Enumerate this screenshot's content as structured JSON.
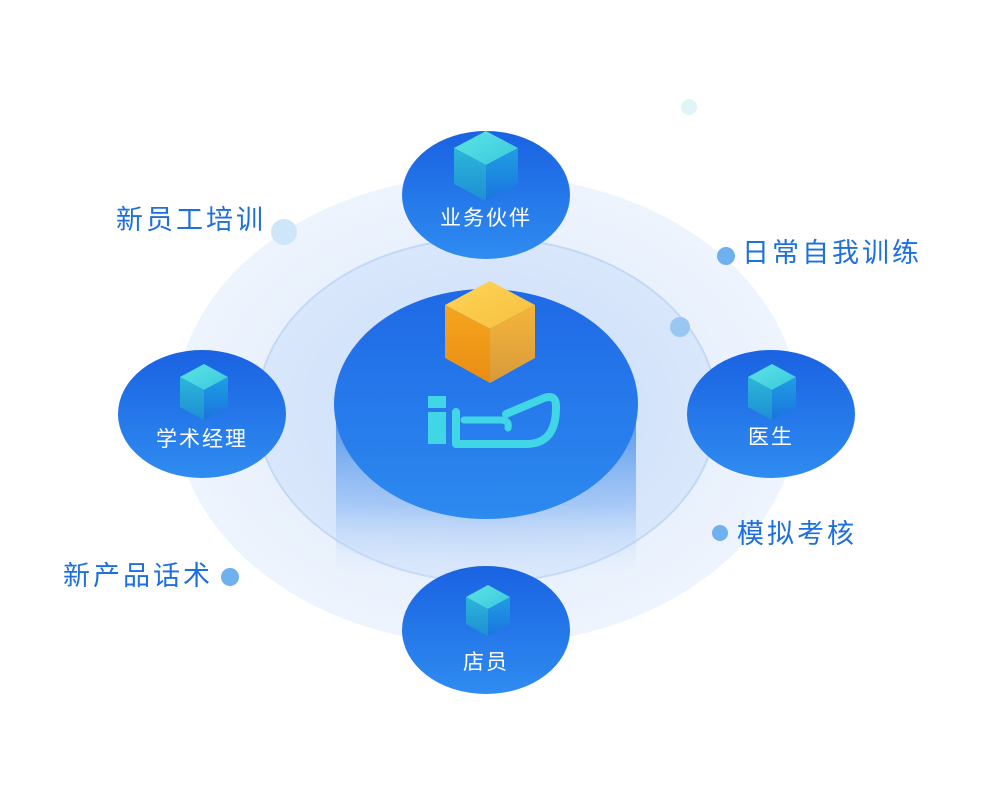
{
  "nodes": {
    "partner": "业务伙伴",
    "manager": "学术经理",
    "doctor": "医生",
    "clerk": "店员"
  },
  "features": {
    "onboarding": "新员工培训",
    "daily": "日常自我训练",
    "exam": "模拟考核",
    "product": "新产品话术"
  },
  "colors": {
    "primary": "#1e6fe0",
    "node_blue": "#1f72e8",
    "cube_teal": "#33c6d8",
    "cube_gold": "#f0a020",
    "ring_light": "#eaf2fd"
  },
  "icons": {
    "center": "hand-cube-icon",
    "nodes": "cube-icon"
  }
}
